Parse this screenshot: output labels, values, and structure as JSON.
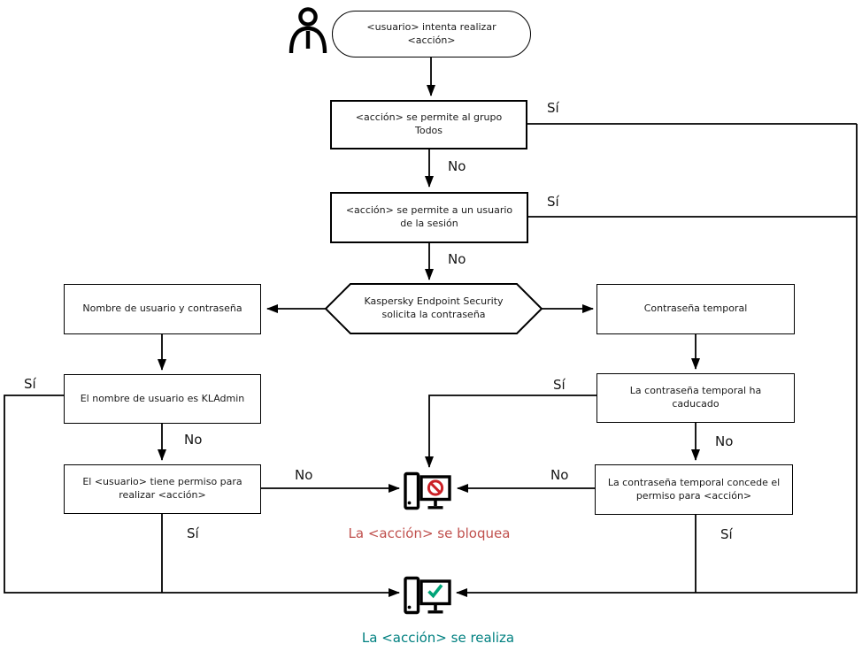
{
  "diagram": {
    "nodes": {
      "start": "<usuario> intenta realizar <acción>",
      "action_allowed_everyone": "<acción> se permite al grupo Todos",
      "action_allowed_session_user": "<acción> se permite a un usuario de la sesión",
      "kes_prompts_password": "Kaspersky Endpoint Security solicita la contraseña",
      "username_and_password": "Nombre de usuario y contraseña",
      "username_is_kladmin": "El nombre de usuario es KLAdmin",
      "user_has_permission": "El <usuario> tiene permiso para realizar <acción>",
      "temporary_password": "Contraseña temporal",
      "temporary_password_expired": "La contraseña temporal ha caducado",
      "temporary_password_grants_permission": "La contraseña temporal concede el permiso para <acción>",
      "action_blocked": "La <acción> se bloquea",
      "action_performed": "La <acción> se realiza"
    },
    "edge_labels": {
      "yes": "Sí",
      "no": "No"
    },
    "icons": {
      "actor": "actor-icon",
      "blocked": "computer-blocked-icon",
      "performed": "computer-check-icon"
    },
    "colors": {
      "line": "#000000",
      "box_border": "#000000",
      "blocked_label": "#c0504d",
      "performed_label": "#008080",
      "prohibition_sign": "#cb2026",
      "check_mark": "#00a478"
    }
  }
}
